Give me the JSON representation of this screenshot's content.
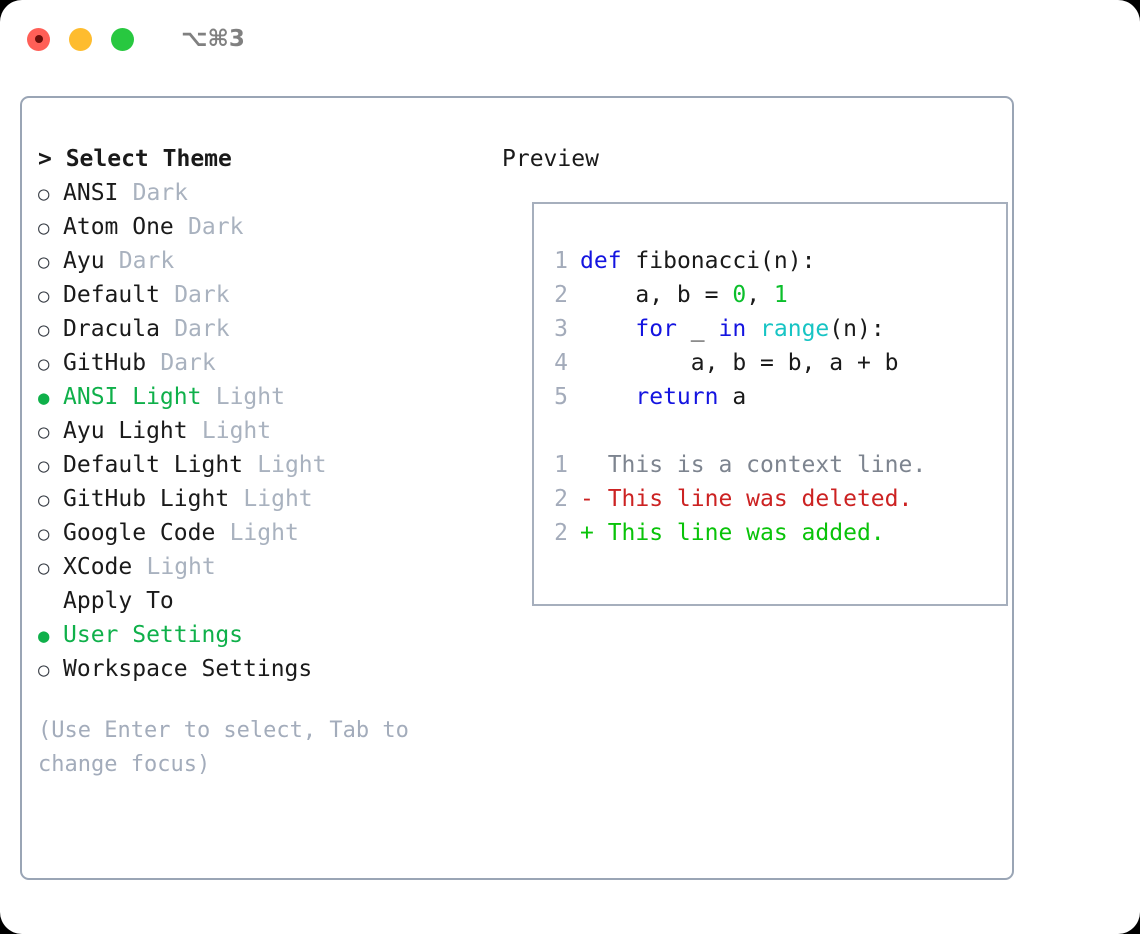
{
  "window": {
    "title": "⌥⌘3",
    "traffic_lights": [
      {
        "name": "close",
        "color": "#ff5f57"
      },
      {
        "name": "minimize",
        "color": "#febc2e"
      },
      {
        "name": "maximize",
        "color": "#28c840"
      }
    ]
  },
  "theme_panel": {
    "header": "> Select Theme",
    "selected_theme": "ANSI Light",
    "bullet_selected": "●",
    "bullet_unselected": "○",
    "options": [
      {
        "name": "ANSI",
        "kind": "Dark",
        "selected": false
      },
      {
        "name": "Atom One",
        "kind": "Dark",
        "selected": false
      },
      {
        "name": "Ayu",
        "kind": "Dark",
        "selected": false
      },
      {
        "name": "Default",
        "kind": "Dark",
        "selected": false
      },
      {
        "name": "Dracula",
        "kind": "Dark",
        "selected": false
      },
      {
        "name": "GitHub",
        "kind": "Dark",
        "selected": false
      },
      {
        "name": "ANSI Light",
        "kind": "Light",
        "selected": true
      },
      {
        "name": "Ayu Light",
        "kind": "Light",
        "selected": false
      },
      {
        "name": "Default Light",
        "kind": "Light",
        "selected": false
      },
      {
        "name": "GitHub Light",
        "kind": "Light",
        "selected": false
      },
      {
        "name": "Google Code",
        "kind": "Light",
        "selected": false
      },
      {
        "name": "XCode",
        "kind": "Light",
        "selected": false
      }
    ],
    "apply_to": {
      "header": "Apply To",
      "options": [
        {
          "name": "User Settings",
          "selected": true
        },
        {
          "name": "Workspace Settings",
          "selected": false
        }
      ]
    },
    "hint": "(Use Enter to select, Tab to change focus)"
  },
  "preview_panel": {
    "header": "Preview",
    "code_lines": [
      {
        "no": "1",
        "tokens": [
          {
            "t": "def",
            "c": "kw"
          },
          {
            "t": " ",
            "c": "plain"
          },
          {
            "t": "fibonacci(n):",
            "c": "plain"
          }
        ]
      },
      {
        "no": "2",
        "tokens": [
          {
            "t": "    a, b = ",
            "c": "plain"
          },
          {
            "t": "0",
            "c": "num"
          },
          {
            "t": ", ",
            "c": "plain"
          },
          {
            "t": "1",
            "c": "num"
          }
        ]
      },
      {
        "no": "3",
        "tokens": [
          {
            "t": "    ",
            "c": "plain"
          },
          {
            "t": "for",
            "c": "kw"
          },
          {
            "t": " _ ",
            "c": "plain"
          },
          {
            "t": "in",
            "c": "kw"
          },
          {
            "t": " ",
            "c": "plain"
          },
          {
            "t": "range",
            "c": "fn"
          },
          {
            "t": "(n):",
            "c": "plain"
          }
        ]
      },
      {
        "no": "4",
        "tokens": [
          {
            "t": "        a, b = b, a + b",
            "c": "plain"
          }
        ]
      },
      {
        "no": "5",
        "tokens": [
          {
            "t": "    ",
            "c": "plain"
          },
          {
            "t": "return",
            "c": "kw"
          },
          {
            "t": " a",
            "c": "plain"
          }
        ]
      }
    ],
    "diff_lines": [
      {
        "no": "1",
        "marker": " ",
        "text": "This is a context line.",
        "kind": "ctx"
      },
      {
        "no": "2",
        "marker": "-",
        "text": "This line was deleted.",
        "kind": "del"
      },
      {
        "no": "2",
        "marker": "+",
        "text": "This line was added.",
        "kind": "add"
      }
    ]
  },
  "colors": {
    "accent_green": "#0fb04a",
    "keyword_blue": "#1414e0",
    "function_cyan": "#17c4c4",
    "number_green": "#0bbf2b",
    "diff_delete_red": "#cc2222",
    "diff_add_green": "#09c309",
    "muted_gray": "#a9b2bf",
    "border_gray": "#9aa5b5"
  }
}
